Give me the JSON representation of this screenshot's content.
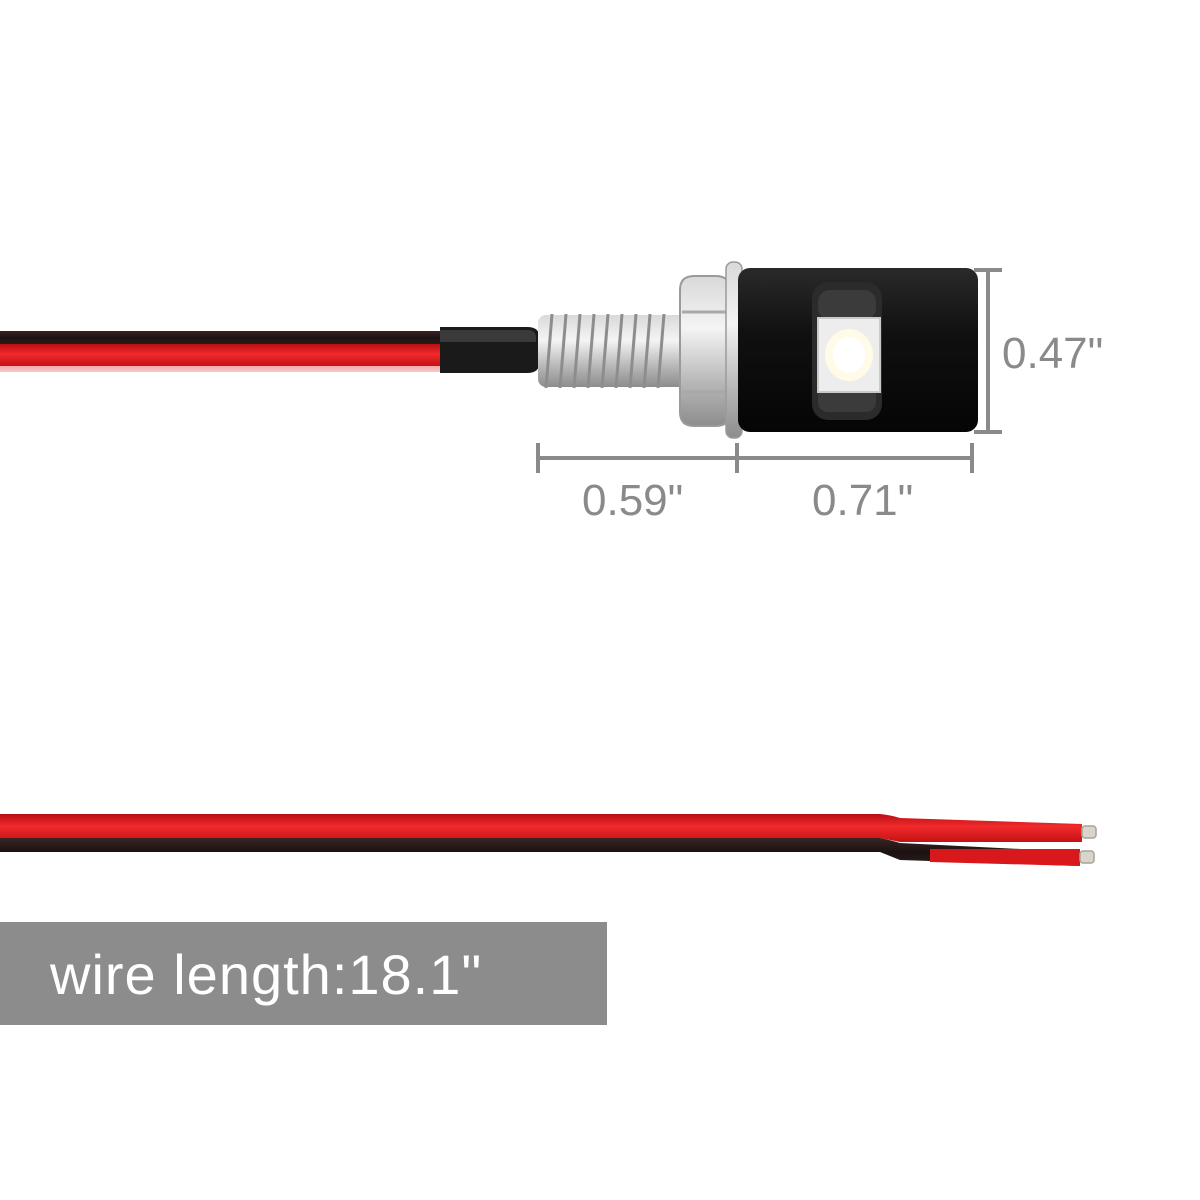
{
  "dimensions": {
    "height_label": "0.47\"",
    "thread_length_label": "0.59\"",
    "body_length_label": "0.71\""
  },
  "caption": {
    "text": "wire length:18.1\""
  },
  "colors": {
    "wire_red": "#e0191b",
    "wire_black": "#2a1a1a",
    "dimension_gray": "#8a8a8a",
    "caption_background": "#8c8c8c",
    "caption_text": "#ffffff"
  }
}
